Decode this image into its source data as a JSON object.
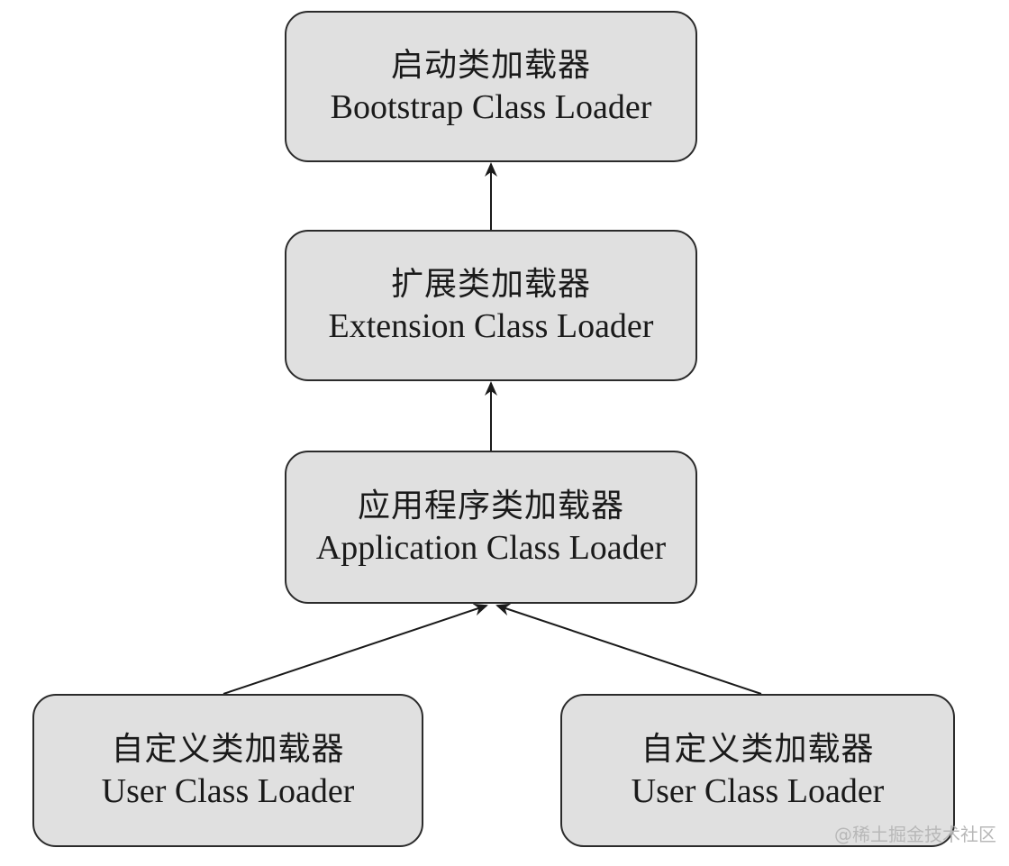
{
  "nodes": {
    "bootstrap": {
      "zh": "启动类加载器",
      "en": "Bootstrap Class Loader"
    },
    "extension": {
      "zh": "扩展类加载器",
      "en": "Extension Class Loader"
    },
    "application": {
      "zh": "应用程序类加载器",
      "en": "Application Class Loader"
    },
    "user_left": {
      "zh": "自定义类加载器",
      "en": "User Class Loader"
    },
    "user_right": {
      "zh": "自定义类加载器",
      "en": "User Class Loader"
    }
  },
  "edges": [
    {
      "from": "extension",
      "to": "bootstrap"
    },
    {
      "from": "application",
      "to": "extension"
    },
    {
      "from": "user_left",
      "to": "application"
    },
    {
      "from": "user_right",
      "to": "application"
    }
  ],
  "watermark": "@稀土掘金技术社区",
  "colors": {
    "box_fill": "#e0e0e0",
    "box_stroke": "#2b2b2b",
    "arrow": "#1a1a1a"
  }
}
